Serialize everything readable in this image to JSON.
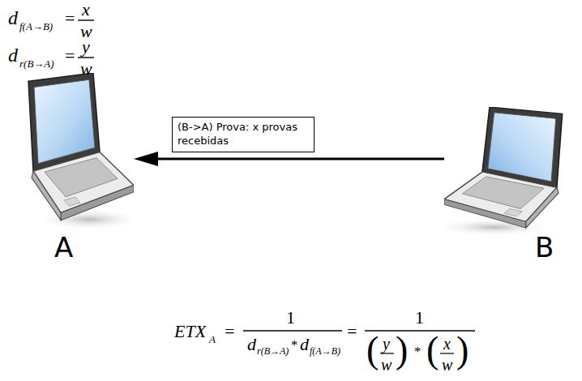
{
  "diagram": {
    "nodes": [
      {
        "text": [
          "A"
        ]
      },
      {
        "text": [
          "B"
        ]
      }
    ],
    "edges": [
      {
        "from": 1,
        "to": 0,
        "arrow": "to",
        "label": "(B->A) Prova: x provas recebidas"
      }
    ],
    "labels": [
      "d",
      "f(A→B)",
      "=",
      "x",
      "w",
      "d",
      "r(B→A)",
      "=",
      "y",
      "w",
      "ETX",
      "A",
      "=",
      "1",
      "d",
      "r(B→A)",
      "*",
      "d",
      "f(A→B)",
      "=",
      "1",
      "(",
      "y",
      "w",
      ")",
      "*",
      "(",
      "x",
      "w",
      ")"
    ]
  }
}
